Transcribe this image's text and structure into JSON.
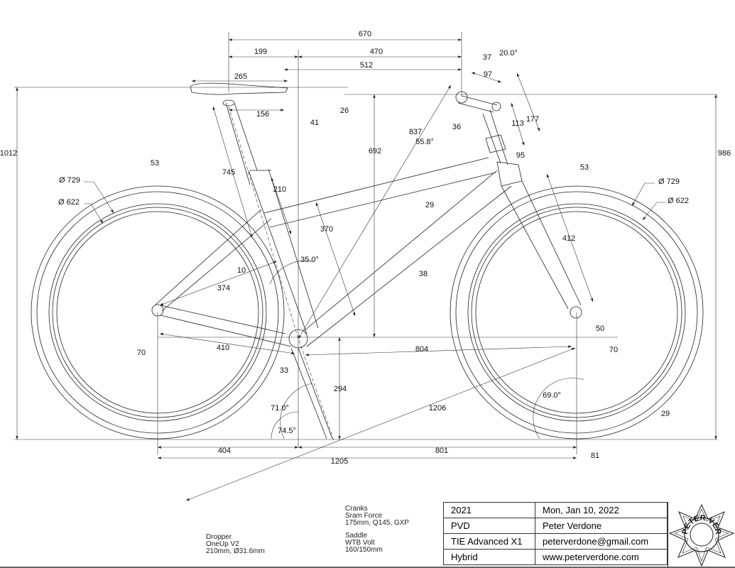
{
  "dims": {
    "d670": "670",
    "d199": "199",
    "d470": "470",
    "d512": "512",
    "d265": "265",
    "d156": "156",
    "d41": "41",
    "d26": "26",
    "d37": "37",
    "d20": "20.0°",
    "d97": "97",
    "d36": "36",
    "d113": "113",
    "d177": "177",
    "d837": "837",
    "d558": "55.8°",
    "d692": "692",
    "d95": "95",
    "d1012": "1012",
    "d986": "986",
    "d745": "745",
    "d53r": "53",
    "d53f": "53",
    "d729r": "Ø 729",
    "d622r": "Ø 622",
    "d729f": "Ø 729",
    "d622f": "Ø 622",
    "d210": "210",
    "d29t": "29",
    "d370": "370",
    "d412": "412",
    "d10": "10",
    "d35": "35.0°",
    "d38": "38",
    "d374": "374",
    "d50": "50",
    "d410": "410",
    "d804": "804",
    "d70r": "70",
    "d70f": "70",
    "d33": "33",
    "d294": "294",
    "d69": "69.0°",
    "d1206": "1206",
    "d71": "71.0°",
    "d745a": "74.5°",
    "d29b": "29",
    "d404": "404",
    "d801": "801",
    "d81": "81",
    "d1205": "1205"
  },
  "notes": {
    "cranks": [
      "Cranks",
      "Sram Force",
      "175mm, Q145, GXP"
    ],
    "saddle": [
      "Saddle",
      "WTB Volt",
      "160/150mm"
    ],
    "dropper": [
      "Dropper",
      "OneUp V2",
      "210mm, Ø31.6mm"
    ]
  },
  "title_block": {
    "rows": [
      [
        "2021",
        "Mon, Jan 10, 2022"
      ],
      [
        "PVD",
        "Peter Verdone"
      ],
      [
        "TIE Advanced X1",
        "peterverdone@gmail.com"
      ],
      [
        "Hybrid",
        "www.peterverdone.com"
      ]
    ],
    "logo_text": "PETER VERDONE DESIGNS · MARIN COUNTY"
  }
}
